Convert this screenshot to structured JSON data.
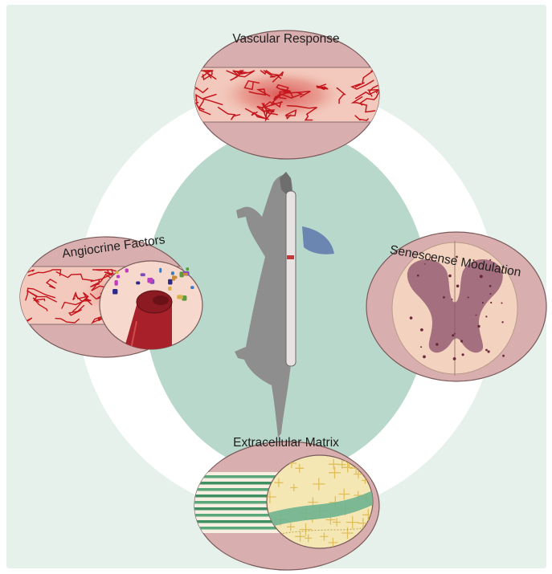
{
  "figure": {
    "colors": {
      "background": "#e6f1ec",
      "ring": "#ffffff",
      "center_oval": "#b9d8cc",
      "panel_fill": "#d9aeae",
      "panel_border": "#7a5a5a",
      "vessel": "#c4161c",
      "mouse": "#8e8e8e",
      "spine_cord": "#8a4f6a"
    },
    "center_icon": "mouse-silhouette-icon",
    "panels": {
      "vascular": {
        "label": "Vascular Response",
        "icon": "blood-vessel-network-icon"
      },
      "angiocrine": {
        "label": "Angiocrine Factors",
        "icon": "vessel-secreting-factors-icon"
      },
      "senescence": {
        "label": "Senescense Modulation",
        "icon": "spinal-cord-cross-section-icon"
      },
      "ecm": {
        "label": "Extracellular Matrix",
        "icon": "matrix-fibers-icon"
      }
    }
  }
}
